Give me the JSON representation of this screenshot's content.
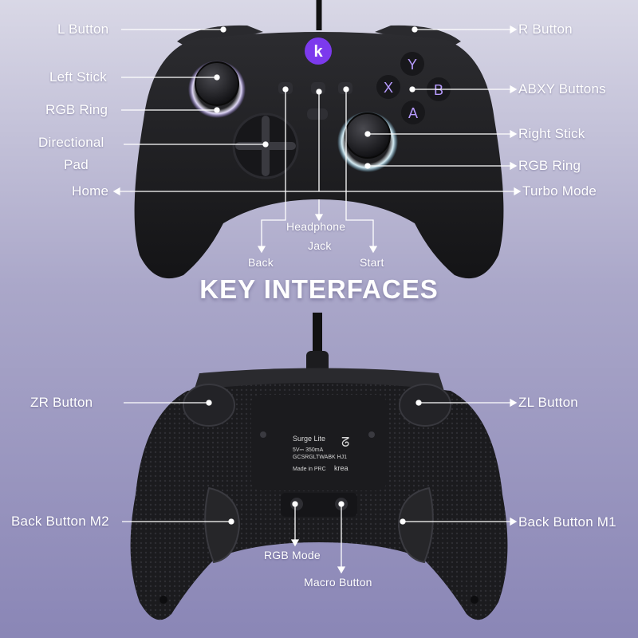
{
  "heading": "KEY INTERFACES",
  "front": {
    "labels": {
      "l_button": "L Button",
      "r_button": "R Button",
      "left_stick": "Left Stick",
      "abxy": "ABXY Buttons",
      "rgb_ring_left": "RGB Ring",
      "right_stick": "Right Stick",
      "dpad_line1": "Directional",
      "dpad_line2": "Pad",
      "rgb_ring_right": "RGB Ring",
      "home": "Home",
      "turbo": "Turbo Mode",
      "headphone_line1": "Headphone",
      "headphone_line2": "Jack",
      "back": "Back",
      "start": "Start"
    },
    "face_buttons": {
      "y": "Y",
      "x": "X",
      "b": "B",
      "a": "A"
    },
    "accent_color": "#8b5cf6"
  },
  "rear": {
    "labels": {
      "zr": "ZR Button",
      "zl": "ZL Button",
      "m2": "Back Button M2",
      "m1": "Back Button M1",
      "rgb_mode": "RGB Mode",
      "macro": "Macro Button"
    },
    "sticker": {
      "model": "Surge Lite",
      "rating": "5V⎓ 350mA",
      "code": "GCSRGLTWABK HJ1",
      "origin": "Made in PRC",
      "brand": "krea"
    }
  },
  "colors": {
    "controller": "#1f1f22",
    "line": "#ffffff",
    "ring_glow": "#c9b8ff"
  }
}
